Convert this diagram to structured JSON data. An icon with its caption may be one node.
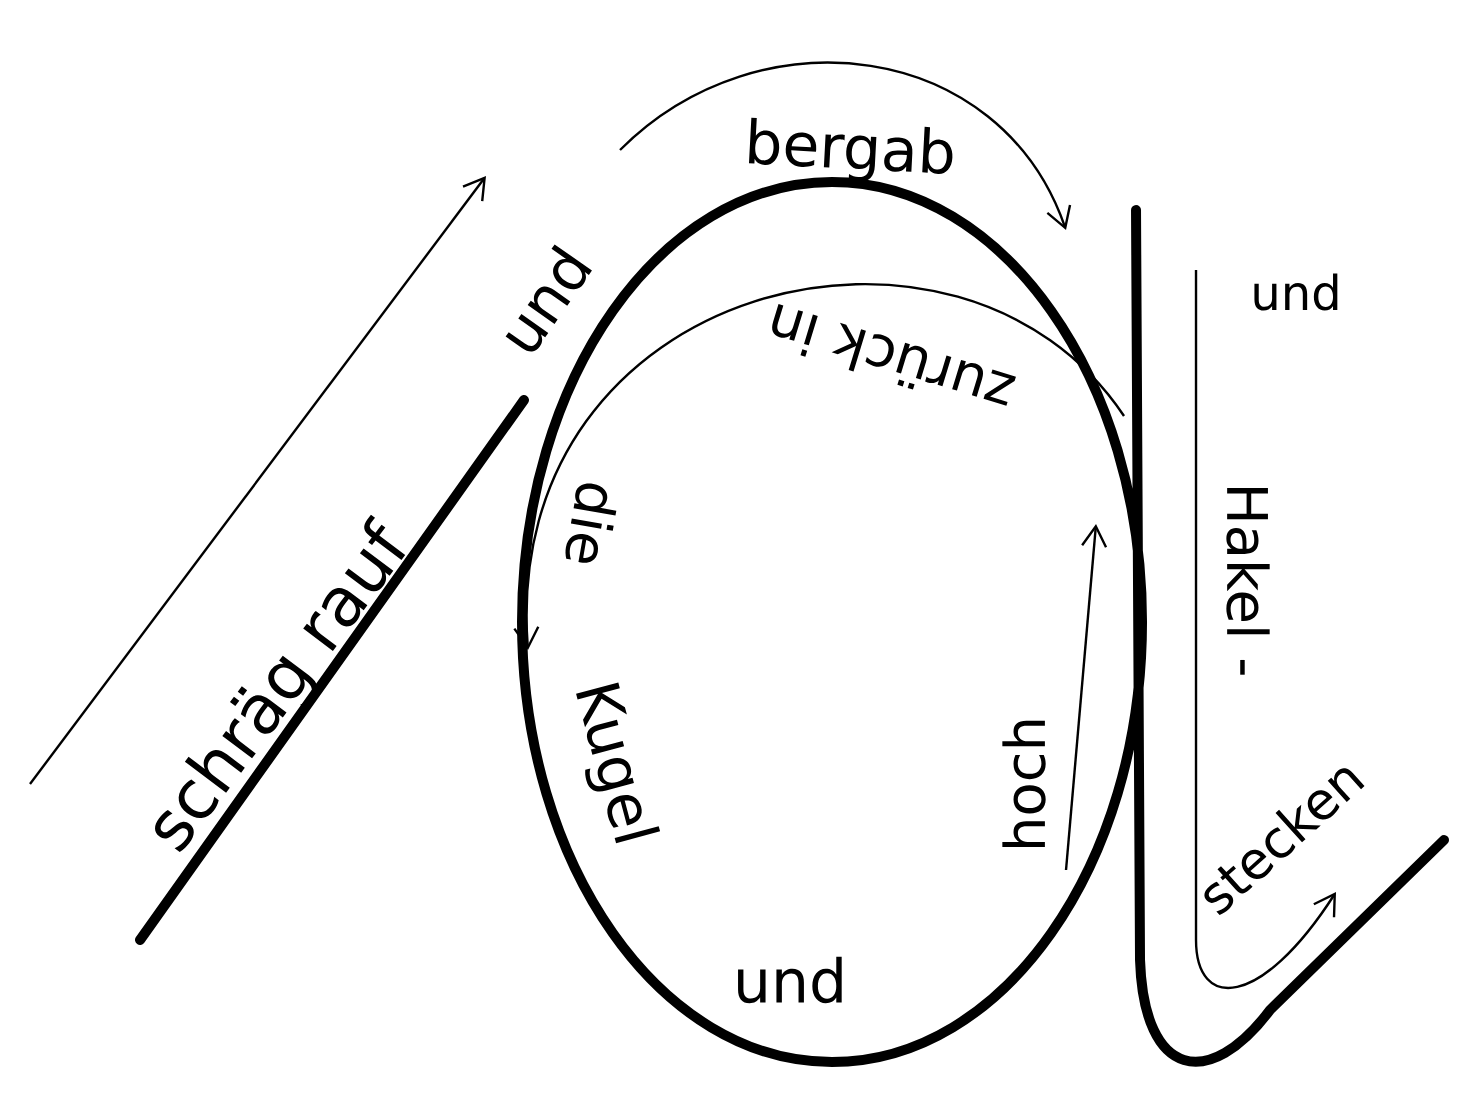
{
  "diagram": {
    "labels": [
      "schräg rauf",
      "und",
      "bergab",
      "zurück in",
      "die",
      "Kugel",
      "und",
      "hoch",
      "und",
      "Hakel -",
      "stecken"
    ]
  }
}
